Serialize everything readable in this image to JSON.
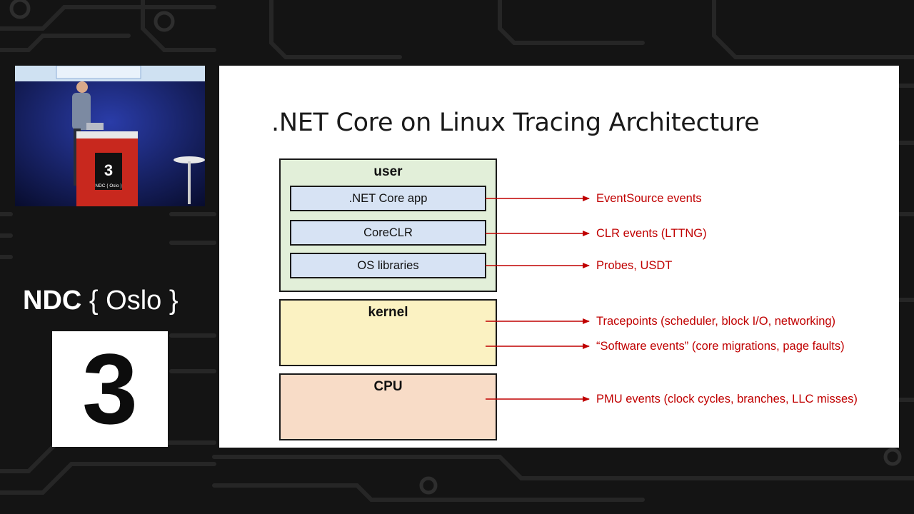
{
  "slide": {
    "title": ".NET Core on Linux Tracing Architecture",
    "layers": {
      "user": {
        "label": "user",
        "components": [
          ".NET Core app",
          "CoreCLR",
          "OS libraries"
        ]
      },
      "kernel": {
        "label": "kernel"
      },
      "cpu": {
        "label": "CPU"
      }
    },
    "events": [
      "EventSource events",
      "CLR events (LTTNG)",
      "Probes, USDT",
      "Tracepoints (scheduler, block I/O, networking)",
      "“Software events” (core migrations, page faults)",
      "PMU events (clock cycles, branches, LLC misses)"
    ]
  },
  "branding": {
    "ndc": "NDC",
    "oslo": "{ Oslo }",
    "room": "3"
  },
  "video": {
    "podium_room": "3",
    "podium_brand": "NDC { Oslo }"
  },
  "colors": {
    "background": "#141414",
    "user_layer": "#e2efd9",
    "kernel_layer": "#fbf2c2",
    "cpu_layer": "#f8dcc7",
    "component": "#d7e3f4",
    "event_arrow": "#c00000",
    "podium": "#c8281e"
  },
  "icons": [
    "circuit-background",
    "speaker-video"
  ]
}
